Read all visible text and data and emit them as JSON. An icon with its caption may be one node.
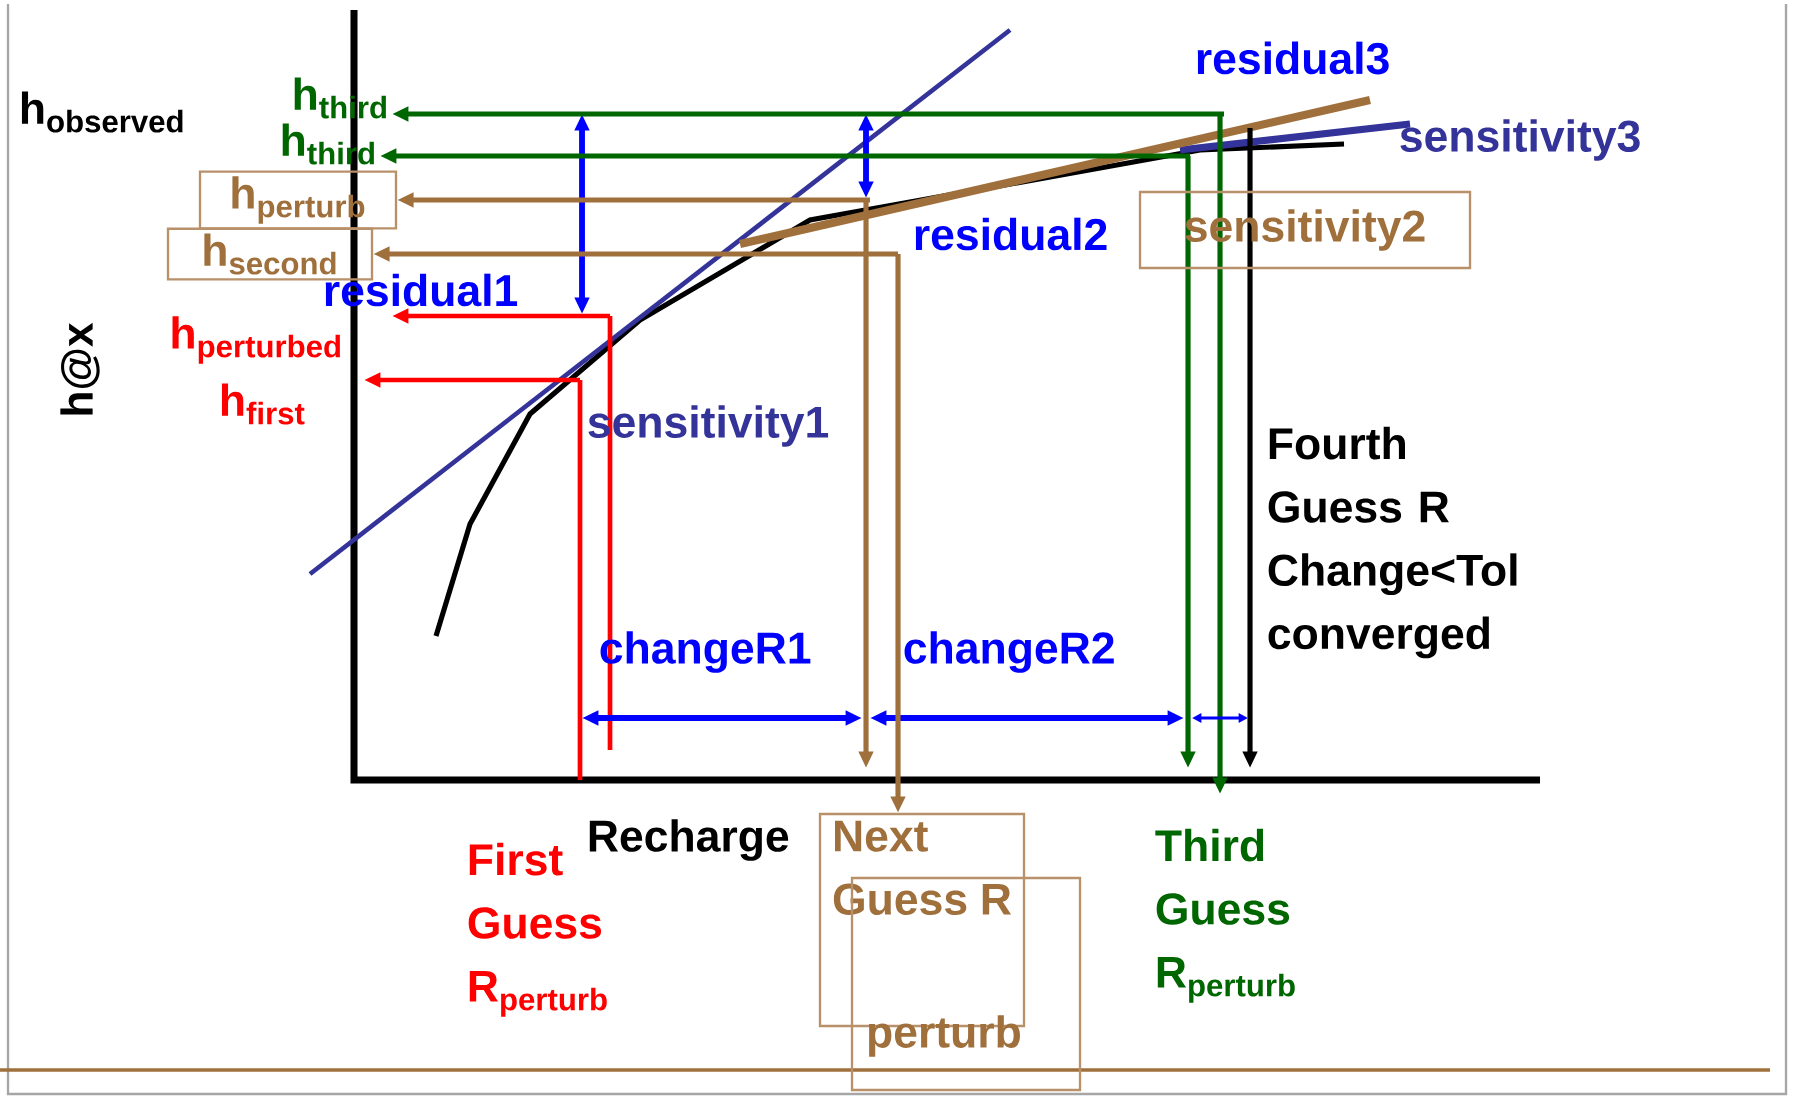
{
  "diagram": {
    "nodes": [
      {
        "text": [
          "h$_{third}$"
        ]
      },
      {
        "text": [
          "h$_{third}$"
        ]
      },
      {
        "text": [
          "h$_{perturb}$"
        ]
      },
      {
        "text": [
          "h$_{second}$"
        ]
      },
      {
        "text": [
          "sensitivity2"
        ]
      },
      {
        "text": [
          "Next Guess R"
        ]
      },
      {
        "text": [
          "perturb"
        ]
      }
    ],
    "edges": [
      {
        "from": null,
        "to": 0,
        "arrow": "to",
        "color": "#006600"
      },
      {
        "from": null,
        "to": 1,
        "arrow": "to",
        "color": "#006600"
      },
      {
        "from": null,
        "to": 2,
        "arrow": "to"
      },
      {
        "from": null,
        "to": 3,
        "arrow": "to"
      },
      {
        "from": null,
        "to": 5,
        "arrow": "to"
      }
    ],
    "labels": [
      "residual3",
      "h$_{observed}$",
      "sensitivity3",
      "residual2",
      "residual1",
      "\\mathbf{h}_{\\mathbf{perturbed}}",
      "h$_{first}$",
      "h@x",
      "sensitivity1",
      "Fourth Guess R Change<Tol converged",
      "changeR1",
      "changeR2",
      "Recharge",
      "First Guess R$_{perturb}$",
      "Third Guess R$_{perturb}$"
    ]
  }
}
